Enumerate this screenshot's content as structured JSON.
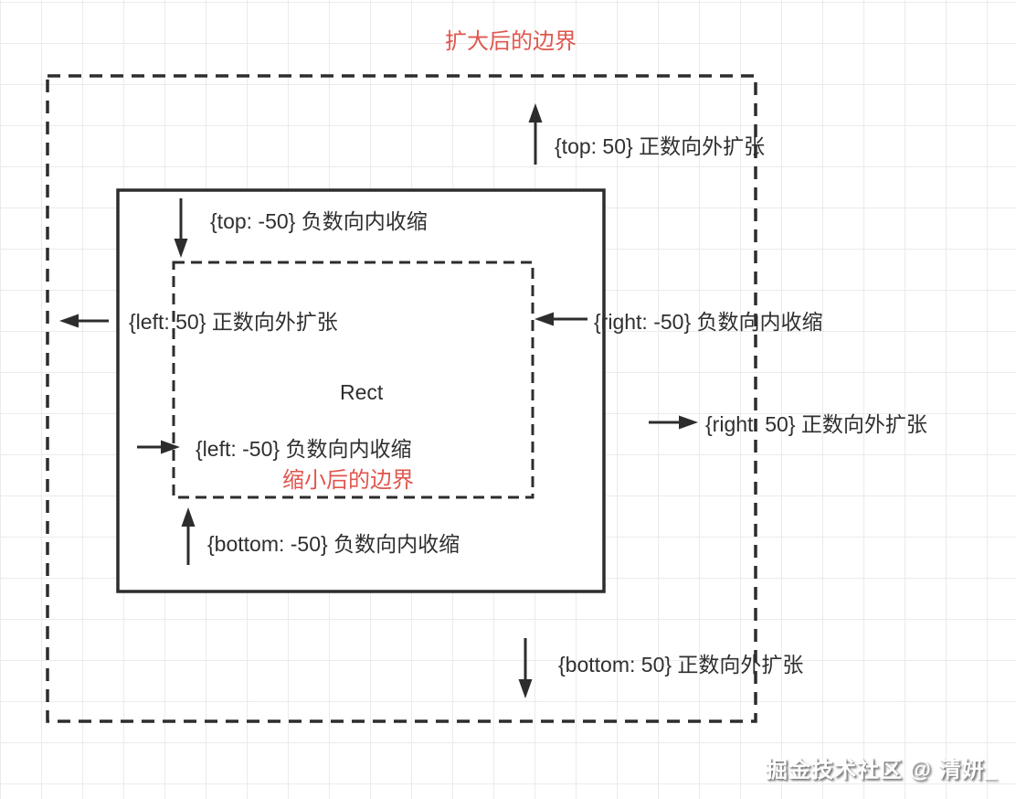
{
  "colors": {
    "ink": "#2f2f2f",
    "accent_red": "#e0564e",
    "grid_line": "#ebebeb",
    "canvas_bg": "#ffffff"
  },
  "diagram": {
    "expanded_boundary_title": "扩大后的边界",
    "shrunk_boundary_title": "缩小后的边界",
    "rect_label": "Rect",
    "annotations": {
      "top_outer": "{top: 50} 正数向外扩张",
      "top_inner": "{top: -50} 负数向内收缩",
      "left_outer": "{left: 50} 正数向外扩张",
      "left_inner": "{left: -50} 负数向内收缩",
      "right_outer": "{right: 50} 正数向外扩张",
      "right_inner": "{right: -50} 负数向内收缩",
      "bottom_outer": "{bottom: 50} 正数向外扩张",
      "bottom_inner": "{bottom: -50} 负数向内收缩"
    }
  },
  "watermark": "掘金技术社区 @ 清妍_"
}
